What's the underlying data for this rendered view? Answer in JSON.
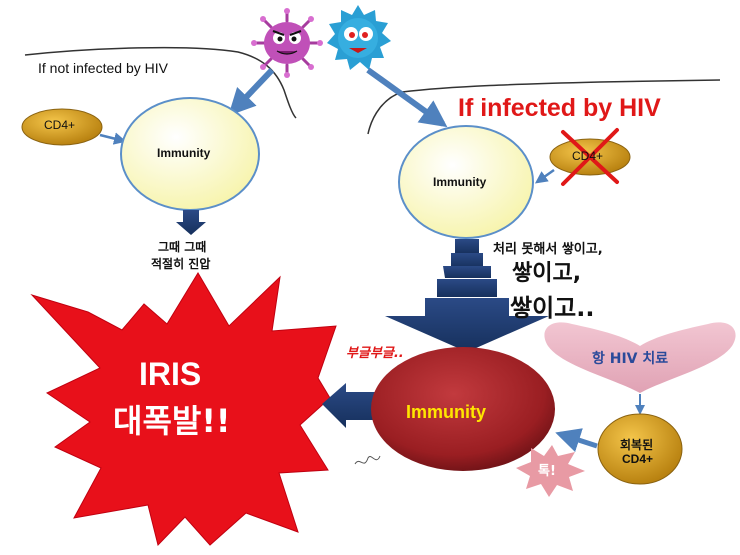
{
  "left_panel": {
    "caption": "If not infected by HIV",
    "cd4_label": "CD4+",
    "immunity_label": "Immunity",
    "outcome_line1": "그때 그때",
    "outcome_line2": "적절히 진압"
  },
  "right_panel": {
    "caption": "If infected by HIV",
    "cd4_label": "CD4+",
    "immunity_label": "Immunity",
    "buildup_line1": "처리 못해서 쌓이고,",
    "buildup_line2": "쌓이고,",
    "buildup_line3": "쌓이고.."
  },
  "bottom": {
    "bubbling_label": "부글부글..",
    "immunity_label": "Immunity",
    "explosion_line1": "IRIS",
    "explosion_line2": "대폭발!!",
    "treatment_label": "항 HIV 치료",
    "recovered_line1": "회복된",
    "recovered_line2": "CD4+",
    "poke_label": "톡!"
  },
  "colors": {
    "immunity_fill": "#fafac8",
    "cd4_fill": "#d89a1c",
    "arrow_blue": "#4f81bd",
    "dark_arrow": "#1f3864",
    "explosion_red": "#e8101a",
    "red_text": "#e01818",
    "heart_pink": "#e8b4c2",
    "heart_text": "#2a4a9a",
    "pink_burst": "#e89aa4",
    "ball_red": "#a01e22",
    "immunity_yellow_text": "#ffe600",
    "virus_purple": "#c050b8",
    "virus_blue": "#2a9fd4"
  }
}
